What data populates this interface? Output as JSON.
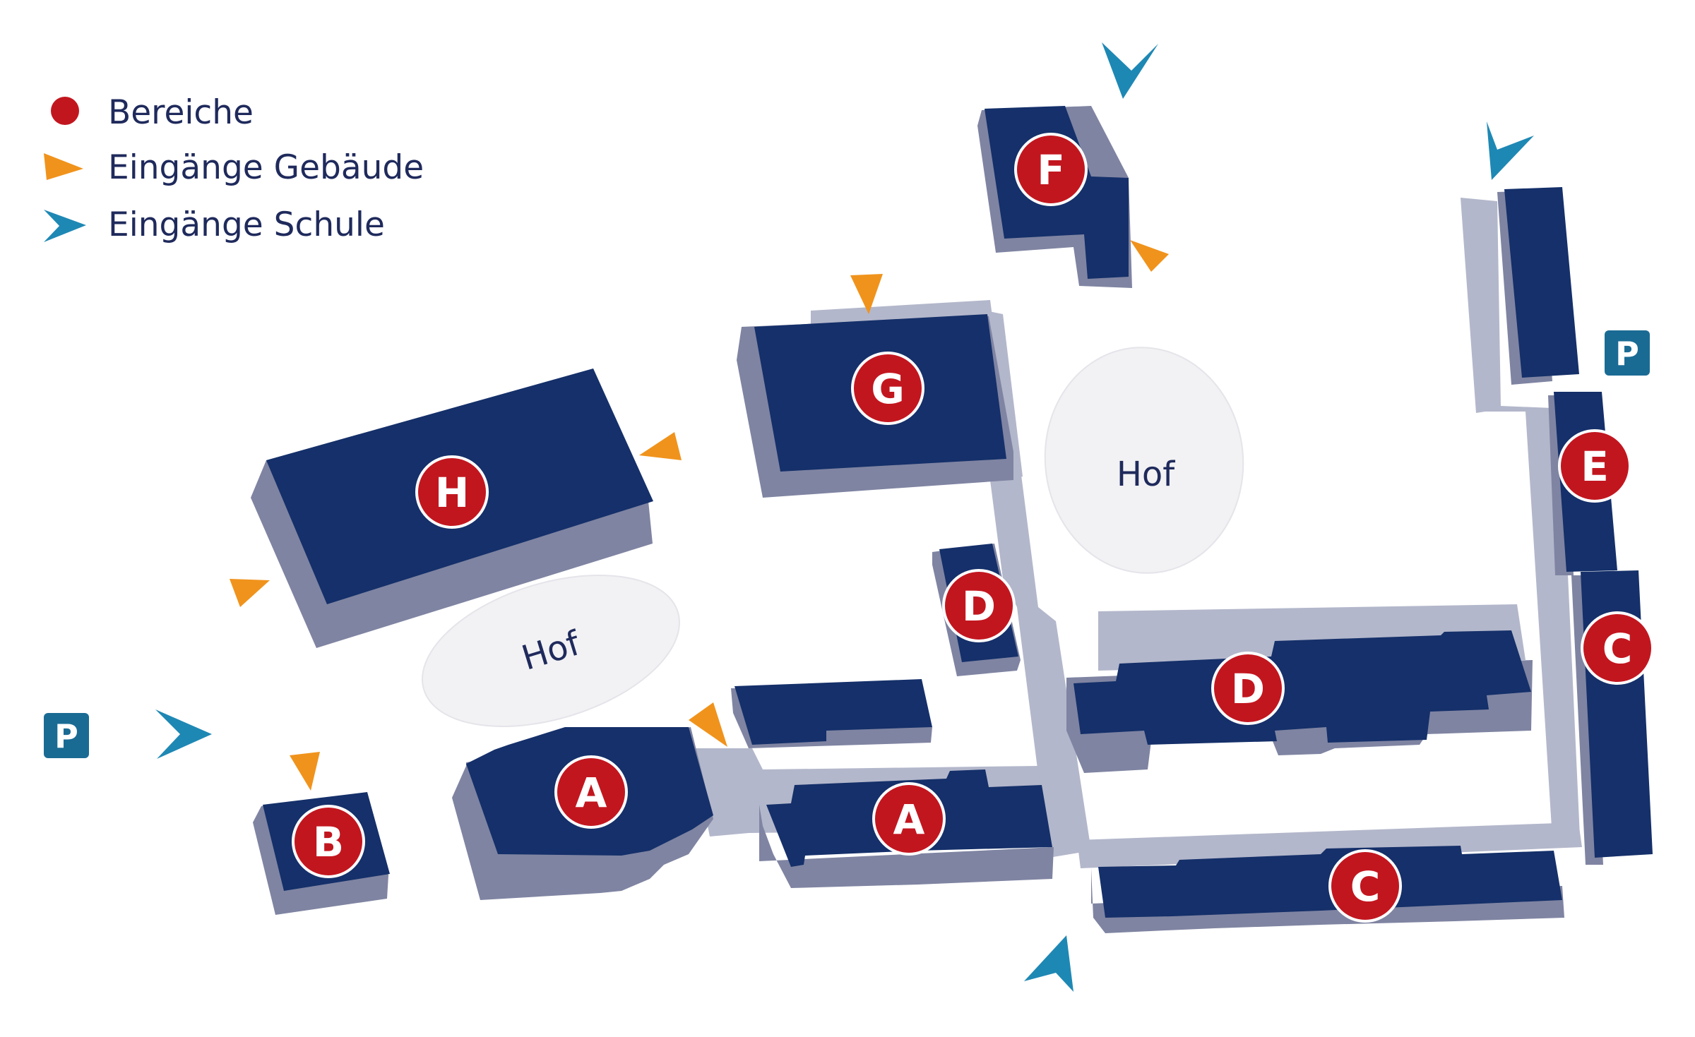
{
  "legend": {
    "areas_label": "Bereiche",
    "building_entrances_label": "Eingänge Gebäude",
    "school_entrances_label": "Eingänge Schule"
  },
  "courtyards": {
    "hof_left": "Hof",
    "hof_right": "Hof"
  },
  "areas": {
    "h": "H",
    "g": "G",
    "f": "F",
    "e": "E",
    "d_small": "D",
    "d_main": "D",
    "c_right": "C",
    "c_bottom": "C",
    "a_left": "A",
    "a_right": "A",
    "b": "B"
  },
  "parking": {
    "left": "P",
    "right": "P"
  },
  "colors": {
    "building_top": "#15306a",
    "building_side": "#7f84a2",
    "corridor": "#b3b7cb",
    "area_badge": "#c2161f",
    "entrance_building": "#f0931c",
    "entrance_school": "#1e88b4",
    "parking": "#1a6b94",
    "text": "#1f2a5c"
  }
}
